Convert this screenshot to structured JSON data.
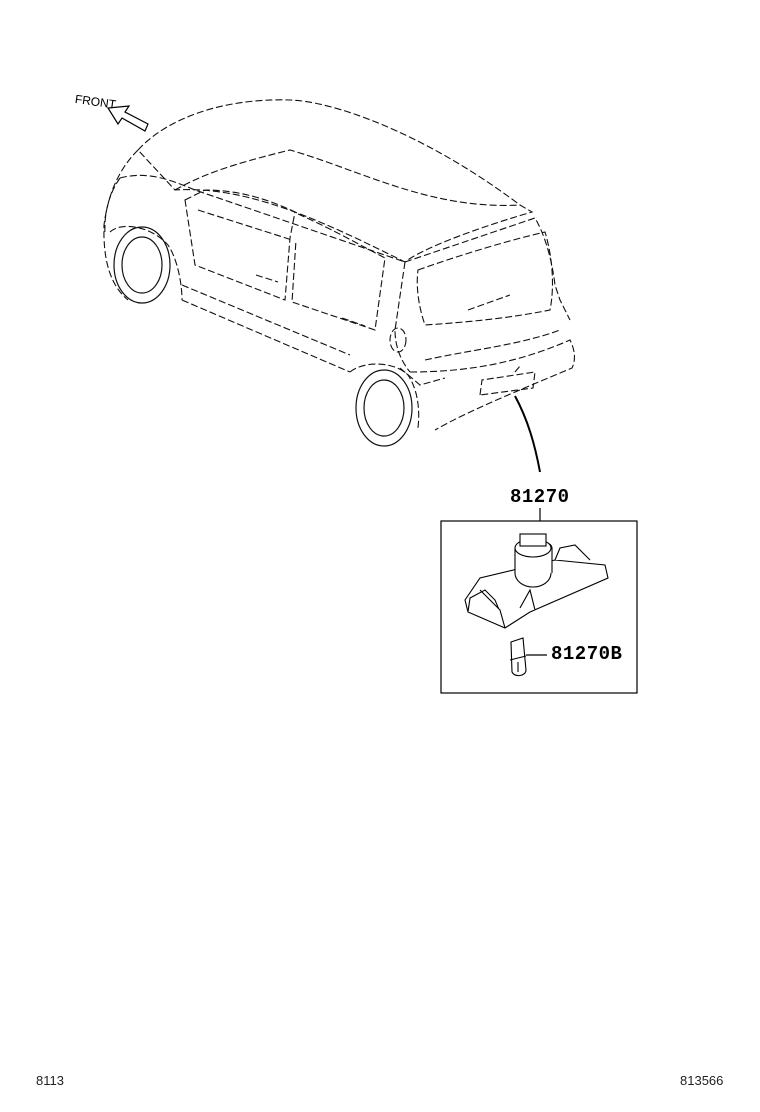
{
  "diagram": {
    "front_label": "FRONT",
    "part_main": "81270",
    "part_bulb": "81270B"
  },
  "footer": {
    "left_code": "8113",
    "right_code": "813566"
  }
}
